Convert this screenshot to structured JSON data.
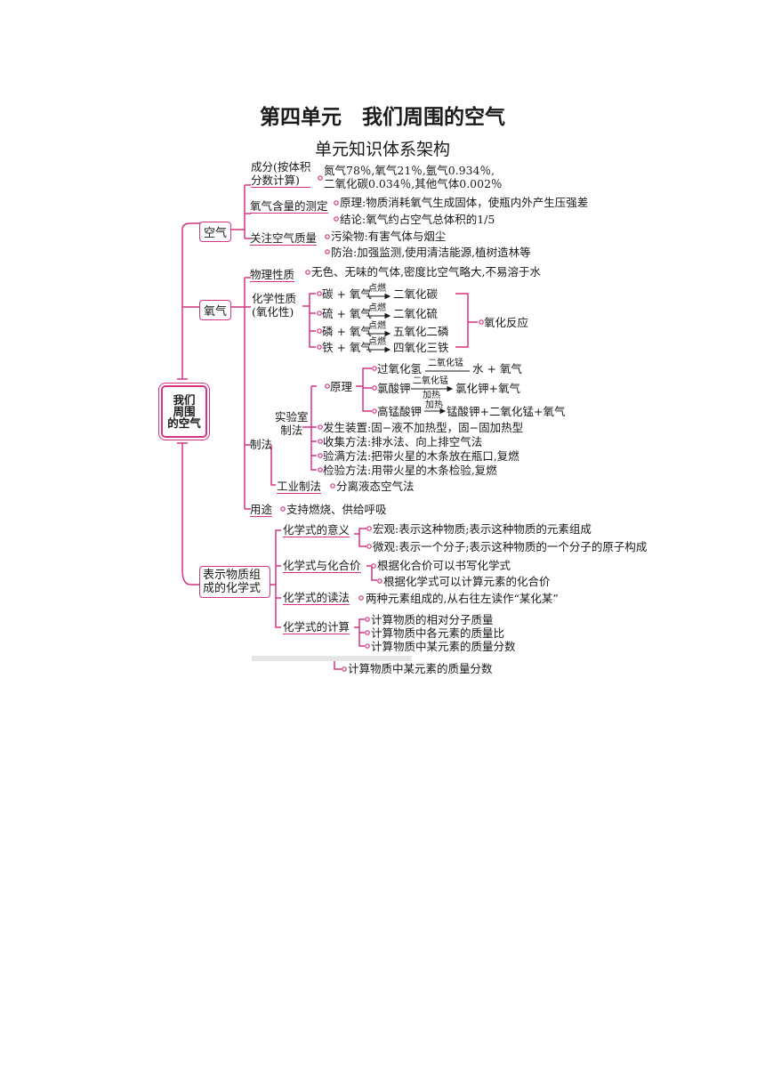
{
  "title": "第四单元　我们周围的空气",
  "subtitle": "单元知识体系架构",
  "root": [
    "我们",
    "周围",
    "的空气"
  ],
  "air": {
    "label": "空气",
    "composition_label": [
      "成分(按体积",
      "分数计算)"
    ],
    "composition_text": [
      "氮气78％,氧气21％,氩气0.934％,",
      "二氧化碳0.034％,其他气体0.002％"
    ],
    "oxygen_content_label": "氧气含量的测定",
    "principle": "原理:物质消耗氧气生成固体，使瓶内外产生压强差",
    "conclusion": "结论:氧气约占空气总体积的1/5",
    "quality_label": "关注空气质量",
    "pollutants": "污染物:有害气体与烟尘",
    "prevention": "防治:加强监测,使用清洁能源,植树造林等"
  },
  "oxygen": {
    "label": "氧气",
    "physical_label": "物理性质",
    "physical_text": "无色、无味的气体,密度比空气略大,不易溶于水",
    "chemical_label": [
      "化学性质",
      "(氧化性)"
    ],
    "reactions": [
      {
        "reactants": "碳 + 氧气",
        "condition": "点燃",
        "product": "二氧化碳"
      },
      {
        "reactants": "硫 + 氧气",
        "condition": "点燃",
        "product": "二氧化硫"
      },
      {
        "reactants": "磷 + 氧气",
        "condition": "点燃",
        "product": "五氧化二磷"
      },
      {
        "reactants": "铁 + 氧气",
        "condition": "点燃",
        "product": "四氧化三铁"
      }
    ],
    "oxidation_label": "氧化反应",
    "preparation_label": "制法",
    "lab_label": [
      "实验室",
      "制法"
    ],
    "principle_label": "原理",
    "lab_reactions": [
      {
        "reactant": "过氧化氢",
        "condition_top": "二氧化锰",
        "condition_bottom": "",
        "product": "水 + 氧气"
      },
      {
        "reactant": "氯酸钾",
        "condition_top": "二氧化锰",
        "condition_bottom": "加热",
        "product": "氯化钾+氧气"
      },
      {
        "reactant": "高锰酸钾",
        "condition_top": "加热",
        "condition_bottom": "",
        "product": "锰酸钾+二氧化锰+氧气"
      }
    ],
    "lab_items": [
      "发生装置:固−液不加热型，固−固加热型",
      "收集方法:排水法、向上排空气法",
      "验满方法:把带火星的木条放在瓶口,复燃",
      "检验方法:用带火星的木条检验,复燃"
    ],
    "industrial_label": "工业制法",
    "industrial_text": "分离液态空气法",
    "uses_label": "用途",
    "uses_text": "支持燃烧、供给呼吸"
  },
  "formula": {
    "label": [
      "表示物质组",
      "成的化学式"
    ],
    "meaning_label": "化学式的意义",
    "macro": "宏观:表示这种物质;表示这种物质的元素组成",
    "micro": "微观:表示一个分子;表示这种物质的一个分子的原子构成",
    "valence_label": "化学式与化合价",
    "valence_1": "根据化合价可以书写化学式",
    "valence_2": "根据化学式可以计算元素的化合价",
    "reading_label": "化学式的读法",
    "reading_text": "两种元素组成的,从右往左读作“某化某”",
    "calc_label": "化学式的计算",
    "calc_items": [
      "计算物质的相对分子质量",
      "计算物质中各元素的质量比",
      "计算物质中某元素的质量分数"
    ],
    "calc_extra": "计算物质中某元素的质量分数"
  },
  "colors": {
    "accent": "#d63384",
    "text": "#1a1a1a"
  }
}
